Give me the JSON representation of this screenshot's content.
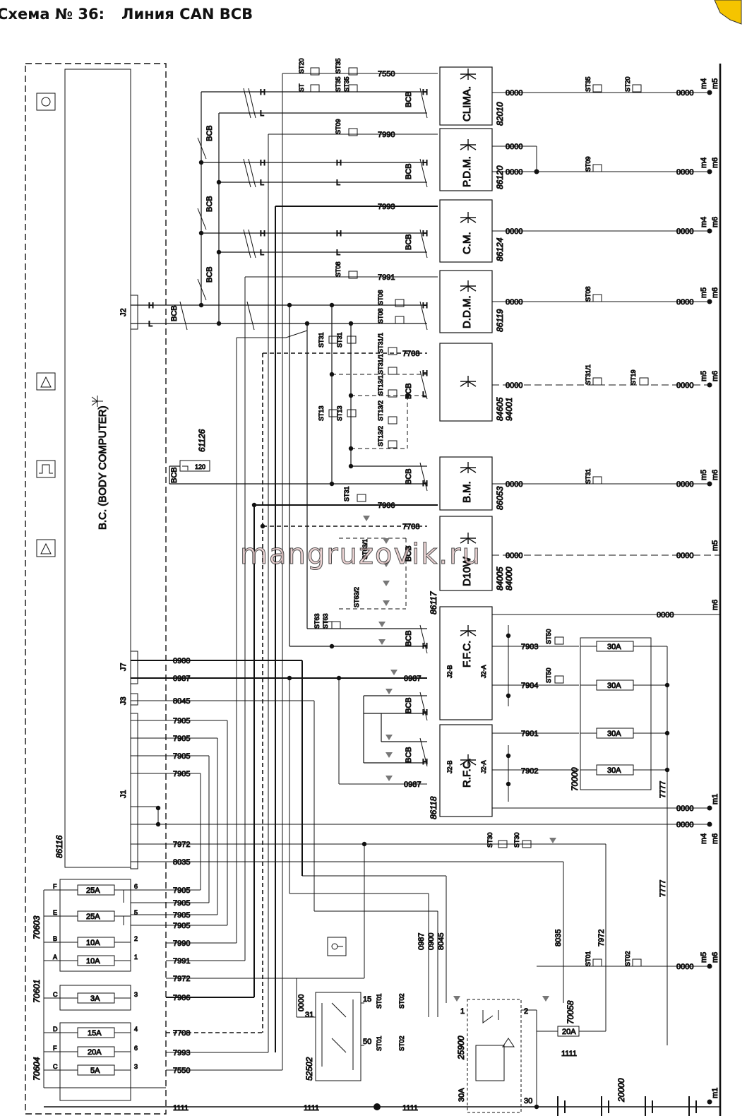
{
  "header": {
    "number": "Схема № 36:",
    "title": "Линия CAN BCB"
  },
  "watermark": "mangruzovik.ru",
  "body_computer": {
    "label": "B.C. (BODY COMPUTER)",
    "code": "86116"
  },
  "modules": [
    {
      "label": "CLIMA.",
      "code": "82010"
    },
    {
      "label": "P.D.M.",
      "code": "86120"
    },
    {
      "label": "C.M.",
      "code": "86124"
    },
    {
      "label": "D.D.M.",
      "code": "86119"
    },
    {
      "label": "",
      "code": "84605",
      "code2": "94001"
    },
    {
      "label": "B.M.",
      "code": "86053"
    },
    {
      "label": "D10W",
      "code": "84005",
      "code2": "84000"
    },
    {
      "label": "F.F.C.",
      "code": "86117"
    },
    {
      "label": "R.F.C.",
      "code": "86118"
    }
  ],
  "wire_codes": [
    "7550",
    "7990",
    "7993",
    "7991",
    "7708",
    "7906",
    "0900",
    "0987",
    "8045",
    "7905",
    "7972",
    "8035",
    "7903",
    "7904",
    "7901",
    "7902",
    "0000",
    "7777",
    "1111"
  ],
  "grounds": [
    "m4",
    "m5",
    "m6",
    "m1"
  ],
  "connectors": [
    "J1",
    "J2",
    "J3",
    "J7",
    "J2-A",
    "J2-B"
  ],
  "stations": [
    "ST20",
    "ST35",
    "ST",
    "ST09",
    "ST08",
    "ST31",
    "ST31/1",
    "ST13",
    "ST13/1",
    "ST13/2",
    "ST63",
    "ST63/1",
    "ST63/2",
    "ST50",
    "ST30",
    "ST01",
    "ST02",
    "ST19"
  ],
  "bus_labels": {
    "H": "H",
    "L": "L",
    "bcb": "BCB"
  },
  "fuse_blocks": [
    {
      "code": "70603",
      "fuses": [
        "25A",
        "25A",
        "10A",
        "10A"
      ],
      "letters": [
        "F",
        "E",
        "B",
        "A"
      ],
      "pins": [
        "6",
        "5",
        "2",
        "1"
      ]
    },
    {
      "code": "70601",
      "fuses": [
        "3A"
      ],
      "letters": [
        "C"
      ],
      "pins": [
        "3"
      ]
    },
    {
      "code": "70604",
      "fuses": [
        "15A",
        "20A",
        "5A"
      ],
      "letters": [
        "D",
        "F",
        "C"
      ],
      "pins": [
        "4",
        "6",
        "3"
      ]
    },
    {
      "code": "70000",
      "fuses": [
        "30A",
        "30A",
        "30A",
        "30A"
      ]
    }
  ],
  "relays": {
    "main": "25900",
    "ignition": "52502",
    "fuse_20a": "70058",
    "fuse_20a_value": "20A",
    "sensor": "61126",
    "resistor": "120"
  },
  "battery": {
    "code": "20000"
  },
  "pins": {
    "p30A": "30A",
    "p30": "30",
    "p31": "31",
    "p15": "15",
    "p50": "50",
    "p1": "1",
    "p2": "2",
    "p3": "3"
  },
  "colors": {
    "ink": "#111111",
    "watermark": "#e3c4c4",
    "dashed": "#222222",
    "marker": "#777777"
  }
}
